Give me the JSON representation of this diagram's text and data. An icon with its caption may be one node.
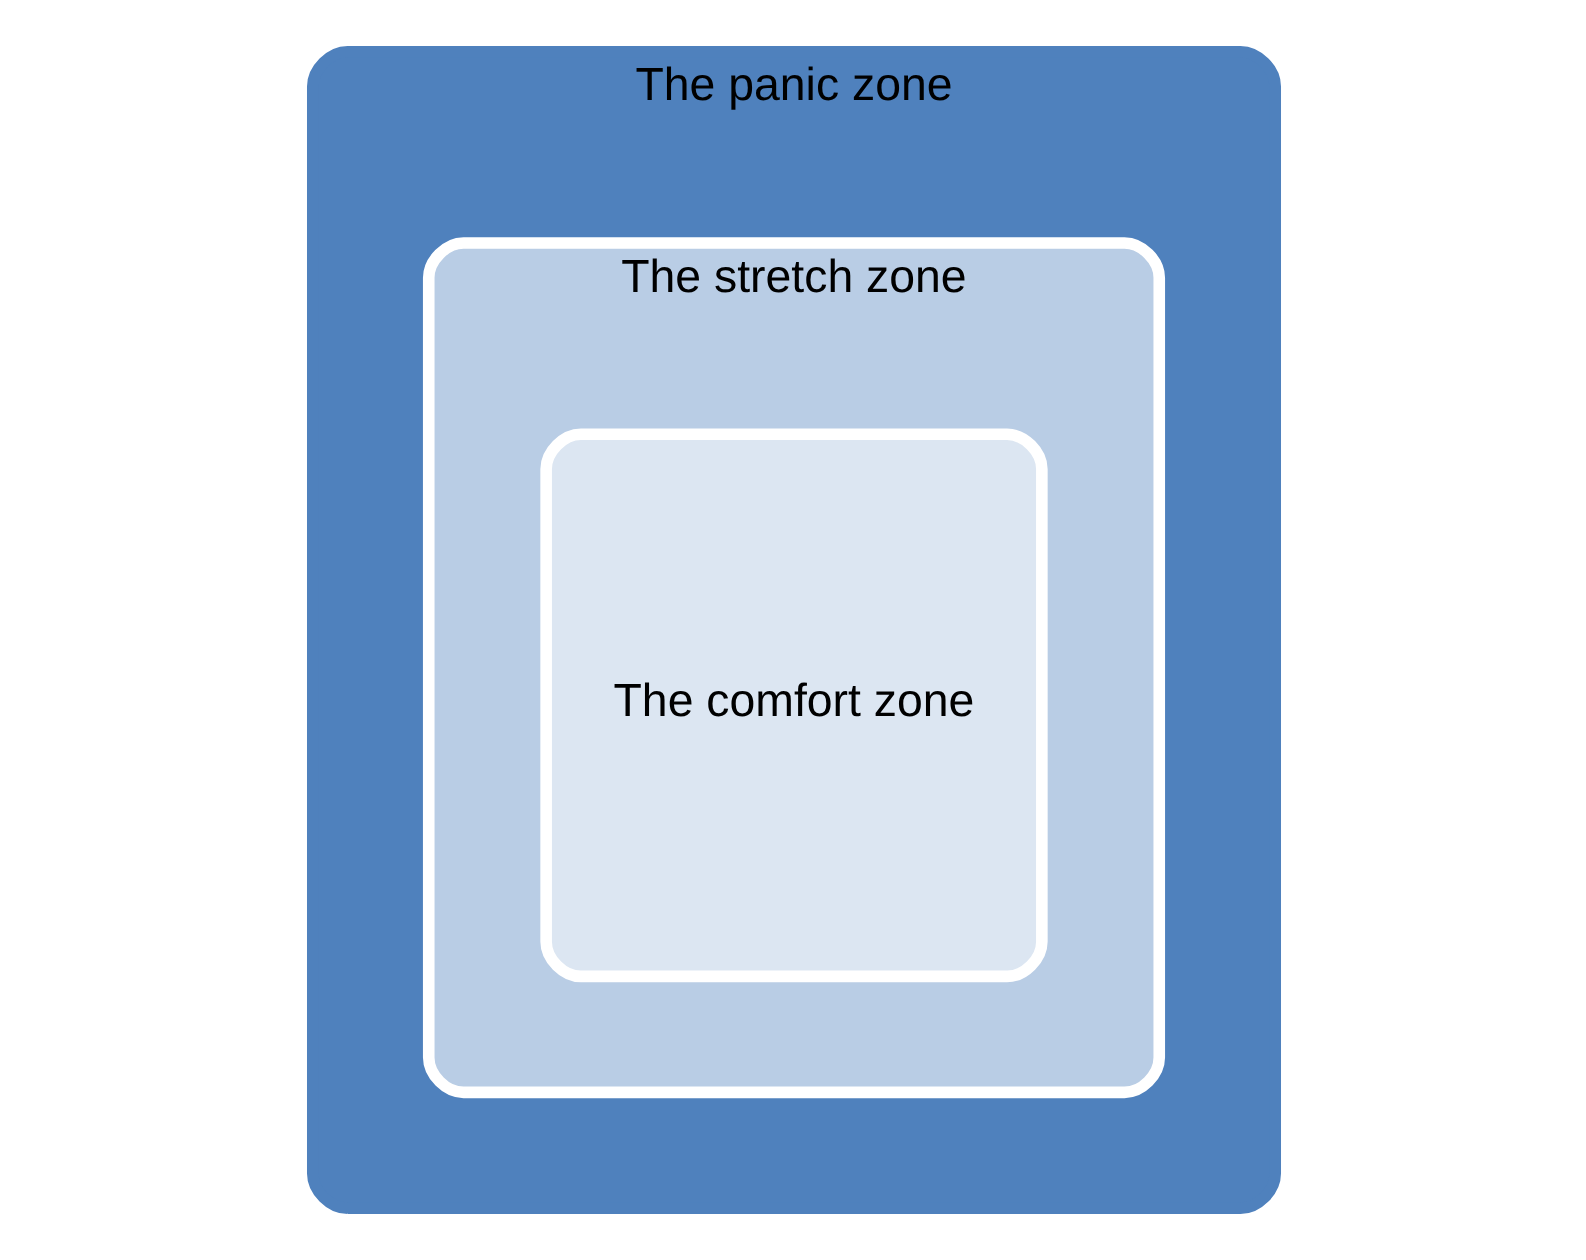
{
  "diagram": {
    "nodes": [
      {
        "text": [
          "The panic zone"
        ]
      },
      {
        "text": [
          "The stretch zone"
        ],
        "in": 0
      },
      {
        "text": [
          "The comfort zone"
        ],
        "in": 1
      }
    ]
  }
}
